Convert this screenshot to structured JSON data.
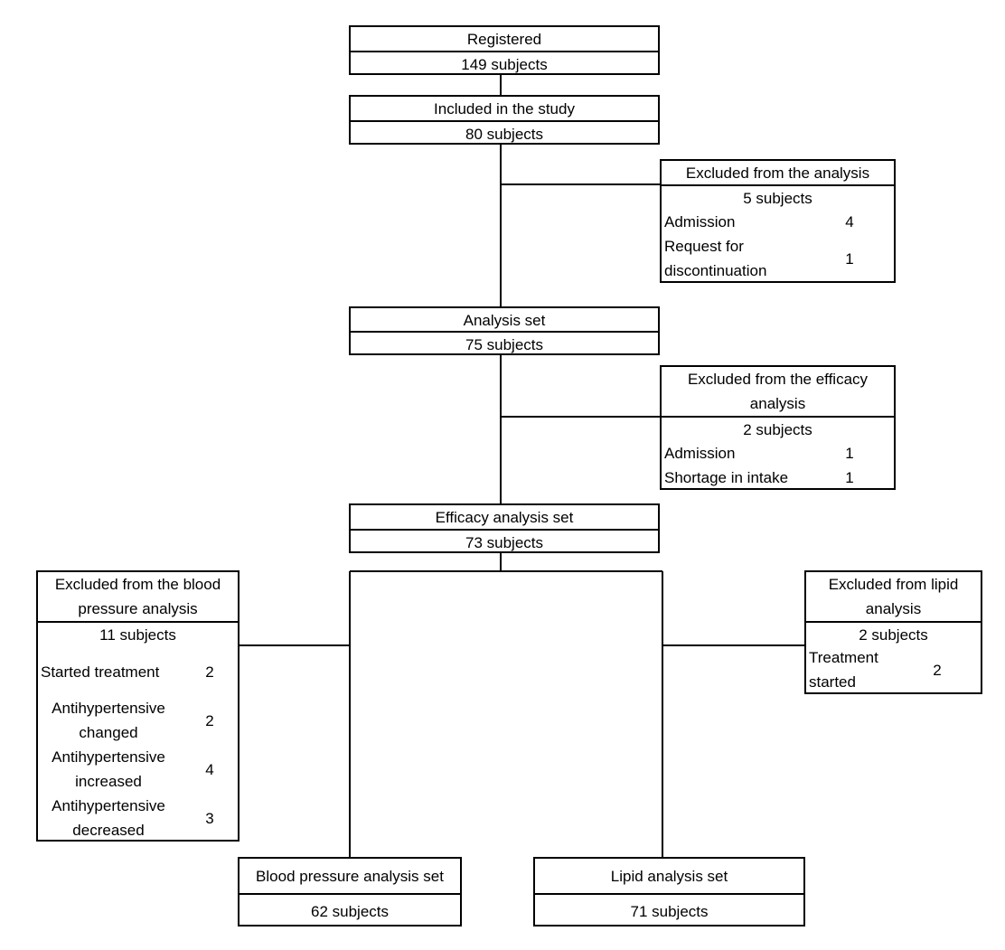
{
  "registered": {
    "title": "Registered",
    "count": "149 subjects"
  },
  "included": {
    "title": "Included in the study",
    "count": "80 subjects"
  },
  "excluded_analysis": {
    "title": "Excluded from the analysis",
    "count": "5 subjects",
    "reasons": [
      {
        "label": "Admission",
        "value": "4"
      },
      {
        "label_line1": "Request for",
        "label_line2": "discontinuation",
        "value": "1"
      }
    ]
  },
  "analysis_set": {
    "title": "Analysis set",
    "count": "75 subjects"
  },
  "excluded_efficacy": {
    "title_line1": "Excluded from the efficacy",
    "title_line2": "analysis",
    "count": "2 subjects",
    "reasons": [
      {
        "label": "Admission",
        "value": "1"
      },
      {
        "label": "Shortage in intake",
        "value": "1"
      }
    ]
  },
  "efficacy_set": {
    "title": "Efficacy analysis set",
    "count": "73 subjects"
  },
  "excluded_bp": {
    "title_line1": "Excluded from the blood",
    "title_line2": "pressure analysis",
    "count": "11 subjects",
    "reasons": [
      {
        "label": "Started treatment",
        "value": "2"
      },
      {
        "label_line1": "Antihypertensive",
        "label_line2": "changed",
        "value": "2"
      },
      {
        "label_line1": "Antihypertensive",
        "label_line2": "increased",
        "value": "4"
      },
      {
        "label_line1": "Antihypertensive",
        "label_line2": "decreased",
        "value": "3"
      }
    ]
  },
  "excluded_lipid": {
    "title_line1": "Excluded from lipid",
    "title_line2": "analysis",
    "count": "2 subjects",
    "reasons": [
      {
        "label_line1": "Treatment",
        "label_line2": "started",
        "value": "2"
      }
    ]
  },
  "bp_set": {
    "title": "Blood pressure analysis set",
    "count": "62 subjects"
  },
  "lipid_set": {
    "title": "Lipid analysis set",
    "count": "71 subjects"
  }
}
